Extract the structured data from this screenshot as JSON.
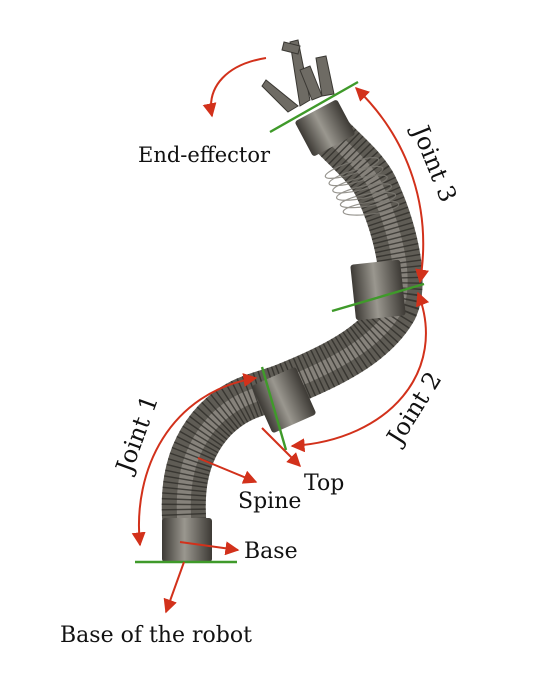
{
  "labels": {
    "end_effector": "End-effector",
    "joint_1": "Joint 1",
    "joint_2": "Joint 2",
    "joint_3": "Joint 3",
    "top": "Top",
    "spine": "Spine",
    "base": "Base",
    "base_of_robot": "Base of the robot"
  },
  "colors": {
    "arrow": "#d2311b",
    "plane": "#3f9a2a",
    "body": "#5e5b54",
    "body_light": "#8d8a82",
    "rib": "#2f2d29"
  }
}
